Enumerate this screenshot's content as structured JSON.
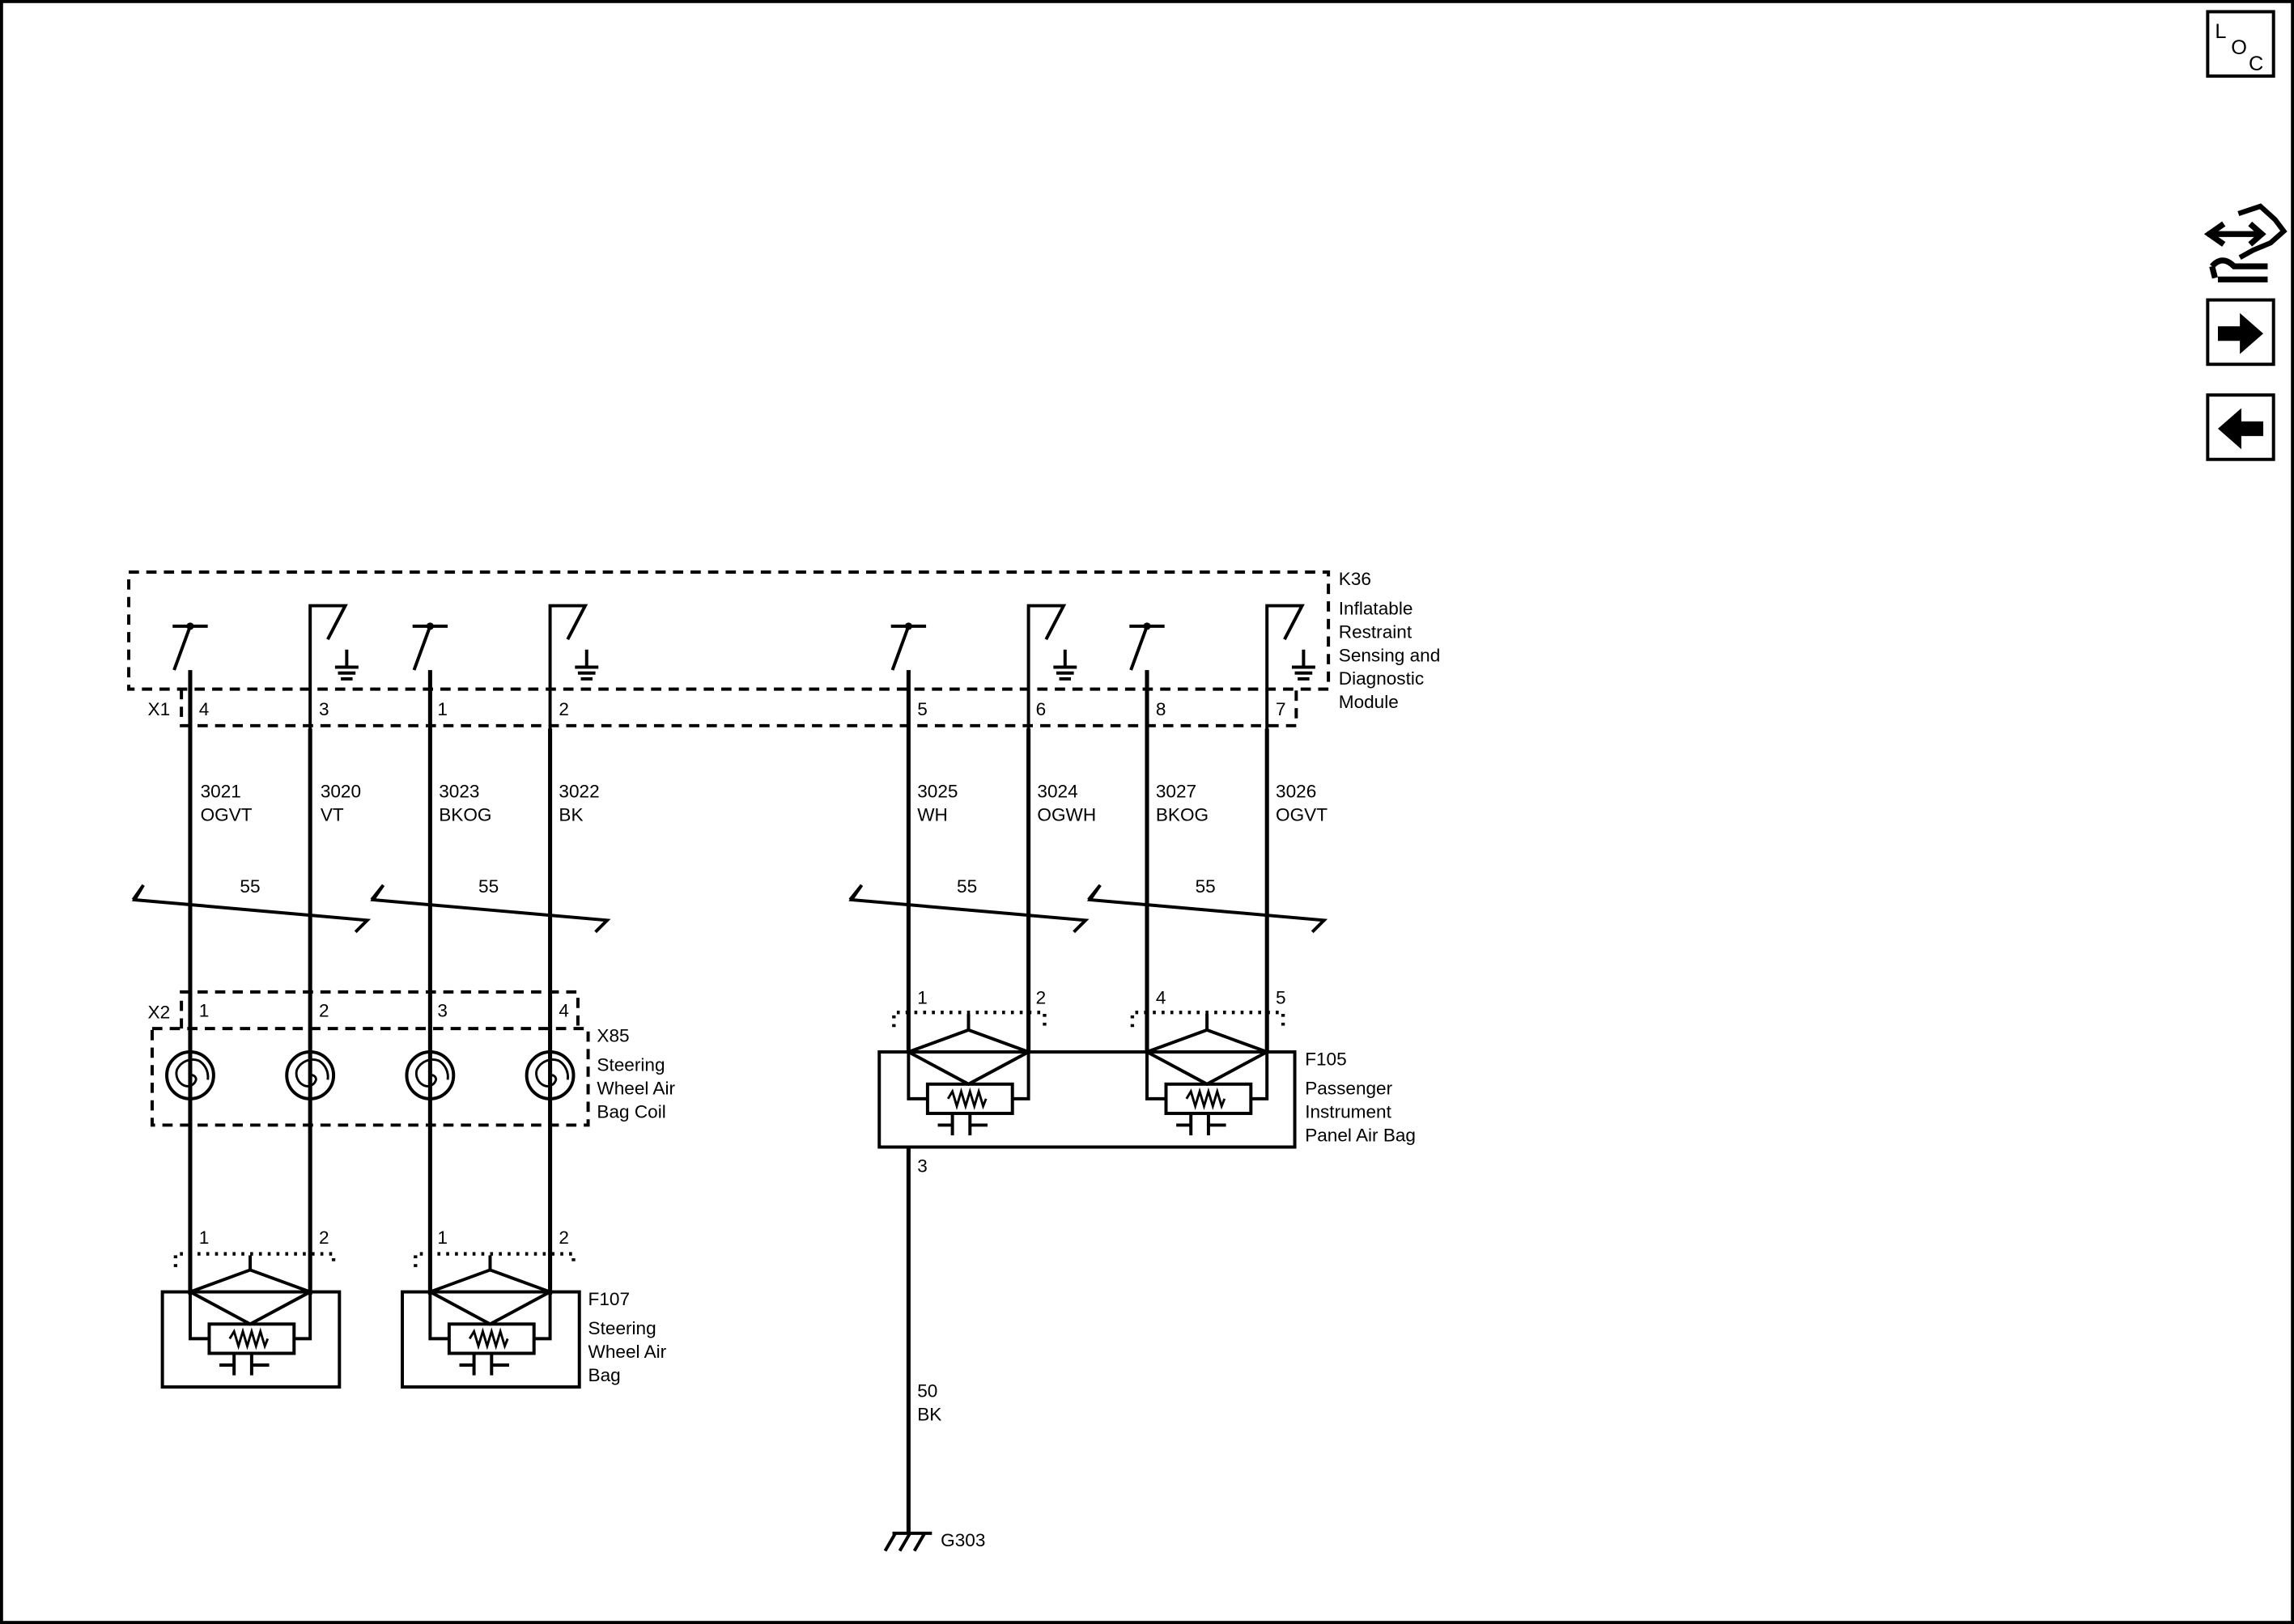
{
  "nav": {
    "loc_label": {
      "l": "L",
      "o": "O",
      "c": "C"
    },
    "icons": [
      "wrench-connector-icon",
      "arrow-right-icon",
      "arrow-left-icon"
    ]
  },
  "k36": {
    "ref": "K36",
    "name_lines": [
      "Inflatable",
      "Restraint",
      "Sensing and",
      "Diagnostic",
      "Module"
    ],
    "connector": "X1",
    "pins": [
      "4",
      "3",
      "1",
      "2",
      "5",
      "6",
      "8",
      "7"
    ]
  },
  "wires": [
    {
      "circuit": "3021",
      "color": "OGVT"
    },
    {
      "circuit": "3020",
      "color": "VT"
    },
    {
      "circuit": "3023",
      "color": "BKOG"
    },
    {
      "circuit": "3022",
      "color": "BK"
    },
    {
      "circuit": "3025",
      "color": "WH"
    },
    {
      "circuit": "3024",
      "color": "OGWH"
    },
    {
      "circuit": "3027",
      "color": "BKOG"
    },
    {
      "circuit": "3026",
      "color": "OGVT"
    }
  ],
  "twisted_pairs": [
    "55",
    "55",
    "55",
    "55"
  ],
  "x85": {
    "ref": "X85",
    "name_lines": [
      "Steering",
      "Wheel Air",
      "Bag Coil"
    ],
    "connector": "X2",
    "pins": [
      "1",
      "2",
      "3",
      "4"
    ]
  },
  "f107": {
    "ref": "F107",
    "name_lines": [
      "Steering",
      "Wheel Air",
      "Bag"
    ],
    "pins": [
      "1",
      "2",
      "1",
      "2"
    ]
  },
  "f105": {
    "ref": "F105",
    "name_lines": [
      "Passenger",
      "Instrument",
      "Panel Air Bag"
    ],
    "pins": [
      "1",
      "2",
      "4",
      "5"
    ],
    "ground_pin": "3"
  },
  "ground_wire": {
    "circuit": "50",
    "color": "BK"
  },
  "ground": {
    "ref": "G303"
  }
}
